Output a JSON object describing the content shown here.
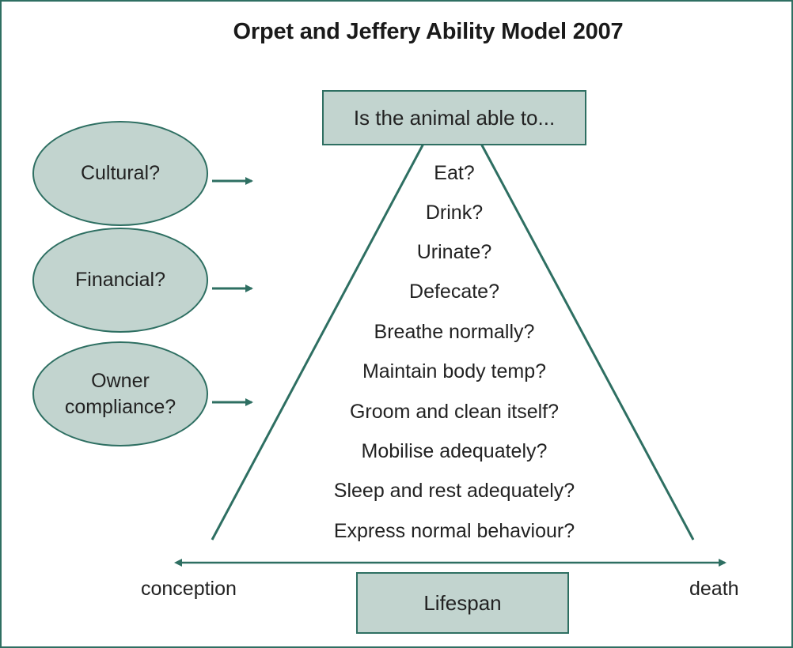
{
  "title": "Orpet and Jeffery Ability Model 2007",
  "top_box": {
    "label": "Is the animal able to..."
  },
  "factors": [
    {
      "label": "Cultural?"
    },
    {
      "label": "Financial?"
    },
    {
      "label": "Owner compliance?"
    }
  ],
  "abilities": [
    "Eat?",
    "Drink?",
    "Urinate?",
    "Defecate?",
    "Breathe normally?",
    "Maintain body temp?",
    "Groom and clean itself?",
    "Mobilise adequately?",
    "Sleep and rest adequately?",
    "Express normal behaviour?"
  ],
  "lifespan": {
    "start_label": "conception",
    "end_label": "death",
    "box_label": "Lifespan"
  },
  "colors": {
    "stroke": "#2e6f62",
    "fill": "#c2d4cf"
  }
}
